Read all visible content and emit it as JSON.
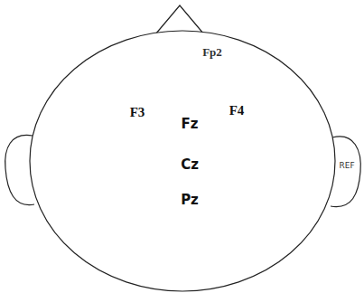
{
  "diagram": {
    "labels": [
      "Fp2",
      "F3",
      "F4",
      "Fz",
      "Cz",
      "Pz",
      "REF"
    ]
  }
}
